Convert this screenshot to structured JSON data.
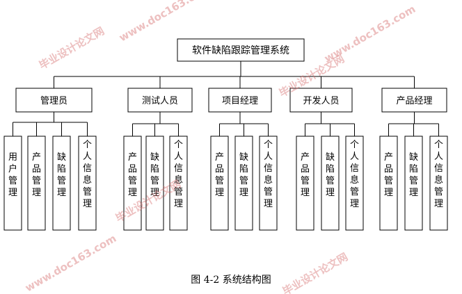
{
  "diagram": {
    "root": "软件缺陷跟踪管理系统",
    "roles": [
      {
        "name": "管理员",
        "children": [
          "用户管理",
          "产品管理",
          "缺陷管理",
          "个人信息管理"
        ]
      },
      {
        "name": "测试人员",
        "children": [
          "产品管理",
          "缺陷管理",
          "个人信息管理"
        ]
      },
      {
        "name": "项目经理",
        "children": [
          "产品管理",
          "缺陷管理",
          "个人信息管理"
        ]
      },
      {
        "name": "开发人员",
        "children": [
          "产品管理",
          "缺陷管理",
          "个人信息管理"
        ]
      },
      {
        "name": "产品经理",
        "children": [
          "产品管理",
          "缺陷管理",
          "个人信息管理"
        ]
      }
    ]
  },
  "caption": "图 4-2  系统结构图",
  "watermark": {
    "lines": [
      "毕业设计论文网",
      "www.doc163.com"
    ],
    "color": "#d46a6a"
  }
}
